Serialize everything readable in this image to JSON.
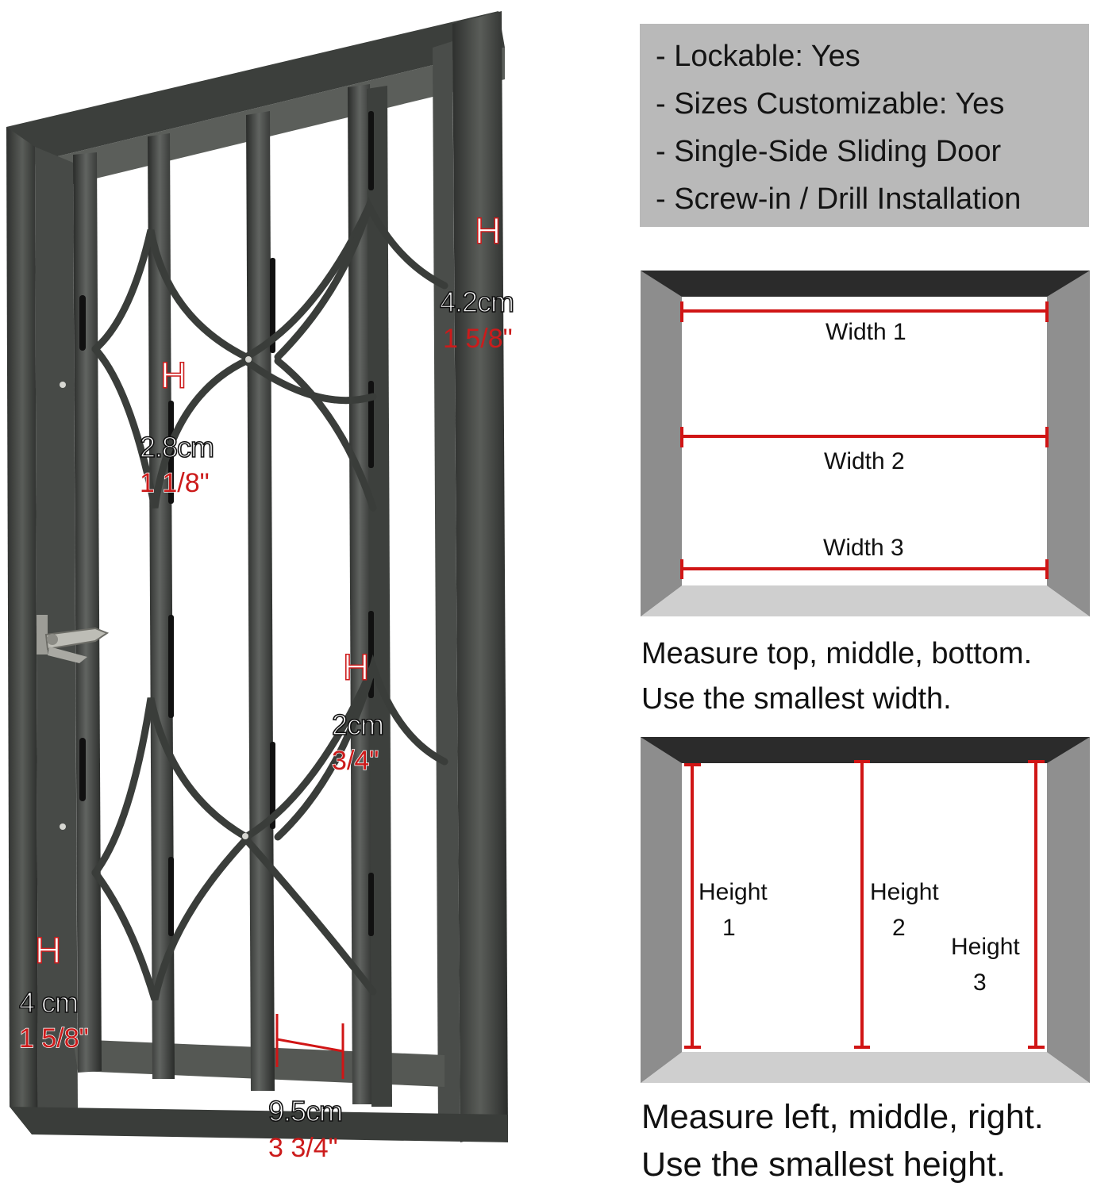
{
  "features": [
    "- Lockable: Yes",
    "- Sizes Customizable: Yes",
    "- Single-Side Sliding Door",
    "- Screw-in / Drill Installation"
  ],
  "door_dimensions": {
    "top_frame": {
      "mark": "H",
      "metric": "4.2cm",
      "imperial": "1 5/8\""
    },
    "rail": {
      "mark": "H",
      "metric": "2.8cm",
      "imperial": "1 1/8\""
    },
    "bar": {
      "mark": "H",
      "metric": "2cm",
      "imperial": "3/4\""
    },
    "side_frame": {
      "mark": "H",
      "metric": "4 cm",
      "imperial": "1 5/8\""
    },
    "spacing": {
      "metric": "9.5cm",
      "imperial": "3 3/4\""
    }
  },
  "width_diagram": {
    "labels": [
      "Width 1",
      "Width 2",
      "Width 3"
    ],
    "caption_line1": "Measure top, middle, bottom.",
    "caption_line2": "Use the smallest width."
  },
  "height_diagram": {
    "labels": [
      {
        "word": "Height",
        "num": "1"
      },
      {
        "word": "Height",
        "num": "2"
      },
      {
        "word": "Height",
        "num": "3"
      }
    ],
    "caption_line1": "Measure left, middle, right.",
    "caption_line2": "Use the smallest height."
  },
  "colors": {
    "measure_red": "#d01515",
    "frame_dark": "#3f423f",
    "feature_bg": "#b9b9b9"
  }
}
